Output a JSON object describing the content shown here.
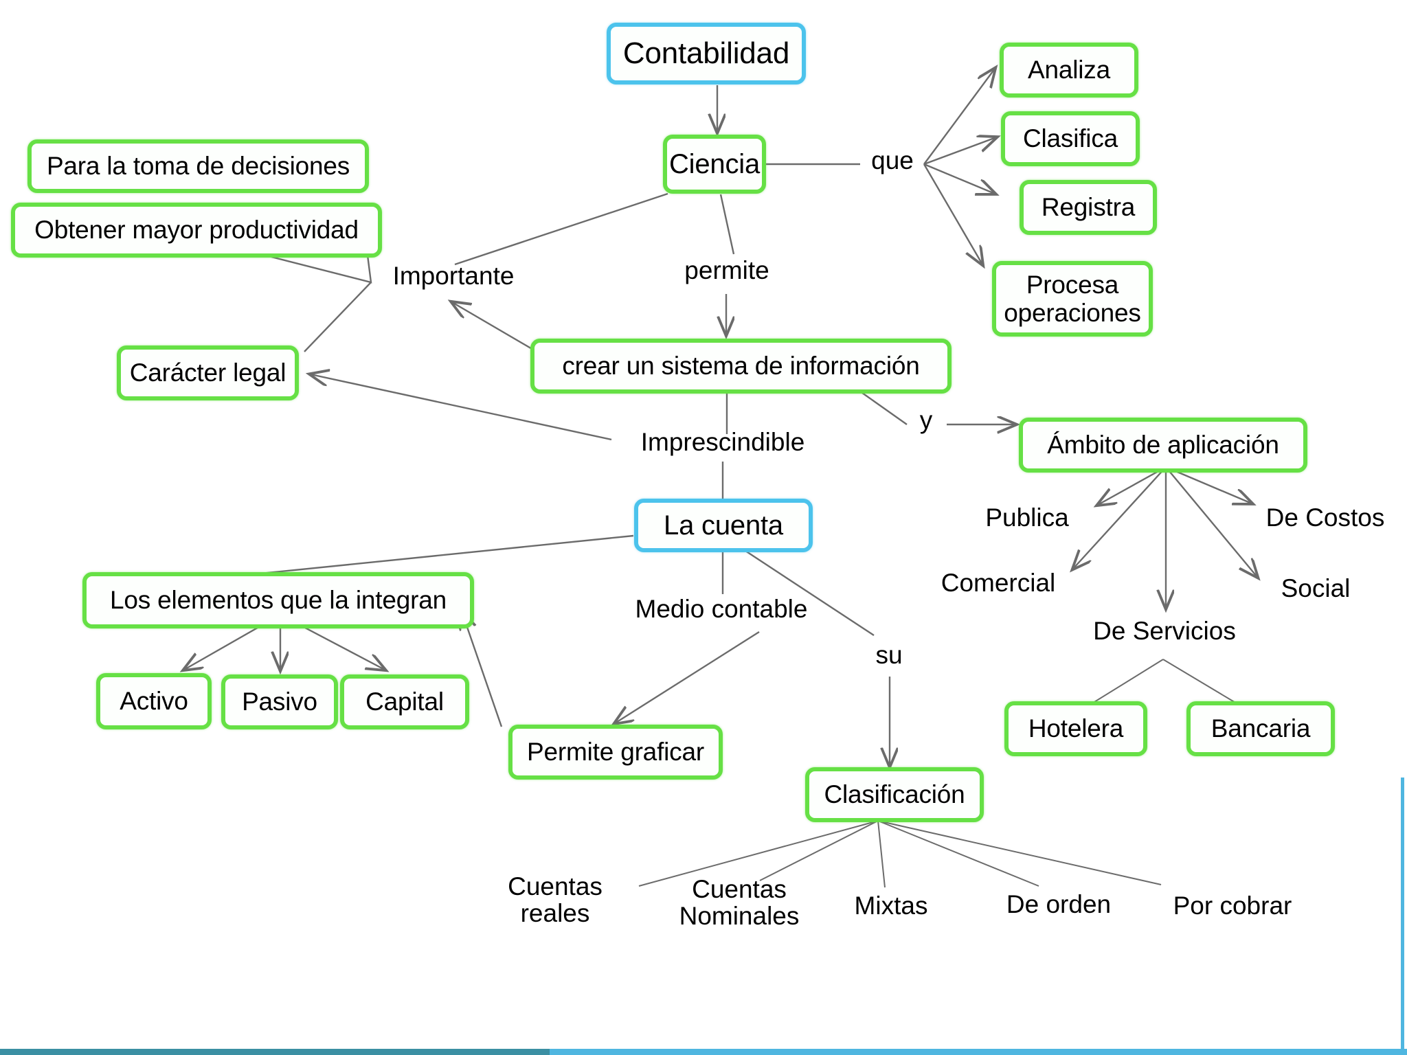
{
  "diagram": {
    "title": "Contabilidad",
    "type": "concept-map",
    "language": "es",
    "colors": {
      "root_border": "#4cc3ec",
      "node_border": "#66e045",
      "edge": "#6b6b6b",
      "text": "#000000",
      "background": "#ffffff",
      "bottom_bar_left": "#3b8fa3",
      "bottom_bar_right": "#4fb6e0"
    },
    "nodes": [
      {
        "id": "contabilidad",
        "label": "Contabilidad",
        "style": "blue"
      },
      {
        "id": "ciencia",
        "label": "Ciencia",
        "style": "green"
      },
      {
        "id": "analiza",
        "label": "Analiza",
        "style": "green"
      },
      {
        "id": "clasifica",
        "label": "Clasifica",
        "style": "green"
      },
      {
        "id": "registra",
        "label": "Registra",
        "style": "green"
      },
      {
        "id": "procesa",
        "label": "Procesa operaciones",
        "style": "green"
      },
      {
        "id": "decisiones",
        "label": "Para la toma de decisiones",
        "style": "green"
      },
      {
        "id": "productividad",
        "label": "Obtener mayor productividad",
        "style": "green"
      },
      {
        "id": "caracter",
        "label": "Carácter legal",
        "style": "green"
      },
      {
        "id": "sistema",
        "label": "crear un sistema de información",
        "style": "green"
      },
      {
        "id": "ambito",
        "label": "Ámbito de aplicación",
        "style": "green"
      },
      {
        "id": "cuenta",
        "label": "La cuenta",
        "style": "blue"
      },
      {
        "id": "elementos",
        "label": "Los elementos que la integran",
        "style": "green"
      },
      {
        "id": "activo",
        "label": "Activo",
        "style": "green"
      },
      {
        "id": "pasivo",
        "label": "Pasivo",
        "style": "green"
      },
      {
        "id": "capital",
        "label": "Capital",
        "style": "green"
      },
      {
        "id": "graficar",
        "label": "Permite graficar",
        "style": "green"
      },
      {
        "id": "clasificacion",
        "label": "Clasificación",
        "style": "green"
      },
      {
        "id": "hotelera",
        "label": "Hotelera",
        "style": "green"
      },
      {
        "id": "bancaria",
        "label": "Bancaria",
        "style": "green"
      }
    ],
    "labels": [
      {
        "id": "que",
        "label": "que"
      },
      {
        "id": "importante",
        "label": "Importante"
      },
      {
        "id": "permite",
        "label": "permite"
      },
      {
        "id": "imprescindible",
        "label": "Imprescindible"
      },
      {
        "id": "y",
        "label": "y"
      },
      {
        "id": "medio",
        "label": "Medio contable"
      },
      {
        "id": "su",
        "label": "su"
      },
      {
        "id": "publica",
        "label": "Publica"
      },
      {
        "id": "comercial",
        "label": "Comercial"
      },
      {
        "id": "costos",
        "label": "De Costos"
      },
      {
        "id": "social",
        "label": "Social"
      },
      {
        "id": "servicios",
        "label": "De Servicios"
      },
      {
        "id": "cuentas_reales",
        "label": "Cuentas reales"
      },
      {
        "id": "cuentas_nom",
        "label": "Cuentas Nominales"
      },
      {
        "id": "mixtas",
        "label": "Mixtas"
      },
      {
        "id": "de_orden",
        "label": "De orden"
      },
      {
        "id": "por_cobrar",
        "label": "Por cobrar"
      }
    ],
    "edges": [
      {
        "from": "contabilidad",
        "to": "ciencia",
        "arrow": true
      },
      {
        "from": "ciencia",
        "to": "que",
        "arrow": false
      },
      {
        "from": "que",
        "to": "analiza",
        "arrow": true
      },
      {
        "from": "que",
        "to": "clasifica",
        "arrow": true
      },
      {
        "from": "que",
        "to": "registra",
        "arrow": true
      },
      {
        "from": "que",
        "to": "procesa",
        "arrow": true
      },
      {
        "from": "ciencia",
        "to": "importante",
        "arrow": false
      },
      {
        "from": "productividad",
        "to": "importante",
        "arrow": false
      },
      {
        "from": "decisiones",
        "to": "importante",
        "arrow": false
      },
      {
        "from": "ciencia",
        "to": "permite",
        "arrow": false
      },
      {
        "from": "permite",
        "to": "sistema",
        "arrow": true
      },
      {
        "from": "sistema",
        "to": "importante",
        "arrow": true
      },
      {
        "from": "sistema",
        "to": "imprescindible",
        "arrow": false
      },
      {
        "from": "sistema",
        "to": "y",
        "arrow": false
      },
      {
        "from": "y",
        "to": "ambito",
        "arrow": true
      },
      {
        "from": "imprescindible",
        "to": "caracter",
        "arrow": true
      },
      {
        "from": "imprescindible",
        "to": "cuenta",
        "arrow": false
      },
      {
        "from": "cuenta",
        "to": "elementos",
        "arrow": false
      },
      {
        "from": "elementos",
        "to": "activo",
        "arrow": true
      },
      {
        "from": "elementos",
        "to": "pasivo",
        "arrow": true
      },
      {
        "from": "elementos",
        "to": "capital",
        "arrow": true
      },
      {
        "from": "cuenta",
        "to": "medio",
        "arrow": false
      },
      {
        "from": "medio",
        "to": "graficar",
        "arrow": true
      },
      {
        "from": "graficar",
        "to": "elementos",
        "arrow": true
      },
      {
        "from": "cuenta",
        "to": "su",
        "arrow": false
      },
      {
        "from": "su",
        "to": "clasificacion",
        "arrow": true
      },
      {
        "from": "clasificacion",
        "to": "cuentas_reales",
        "arrow": false
      },
      {
        "from": "clasificacion",
        "to": "cuentas_nom",
        "arrow": false
      },
      {
        "from": "clasificacion",
        "to": "mixtas",
        "arrow": false
      },
      {
        "from": "clasificacion",
        "to": "de_orden",
        "arrow": false
      },
      {
        "from": "clasificacion",
        "to": "por_cobrar",
        "arrow": false
      },
      {
        "from": "ambito",
        "to": "publica",
        "arrow": true
      },
      {
        "from": "ambito",
        "to": "comercial",
        "arrow": true
      },
      {
        "from": "ambito",
        "to": "servicios",
        "arrow": true
      },
      {
        "from": "ambito",
        "to": "social",
        "arrow": true
      },
      {
        "from": "ambito",
        "to": "costos",
        "arrow": true
      },
      {
        "from": "servicios",
        "to": "hotelera",
        "arrow": false
      },
      {
        "from": "servicios",
        "to": "bancaria",
        "arrow": false
      }
    ]
  }
}
